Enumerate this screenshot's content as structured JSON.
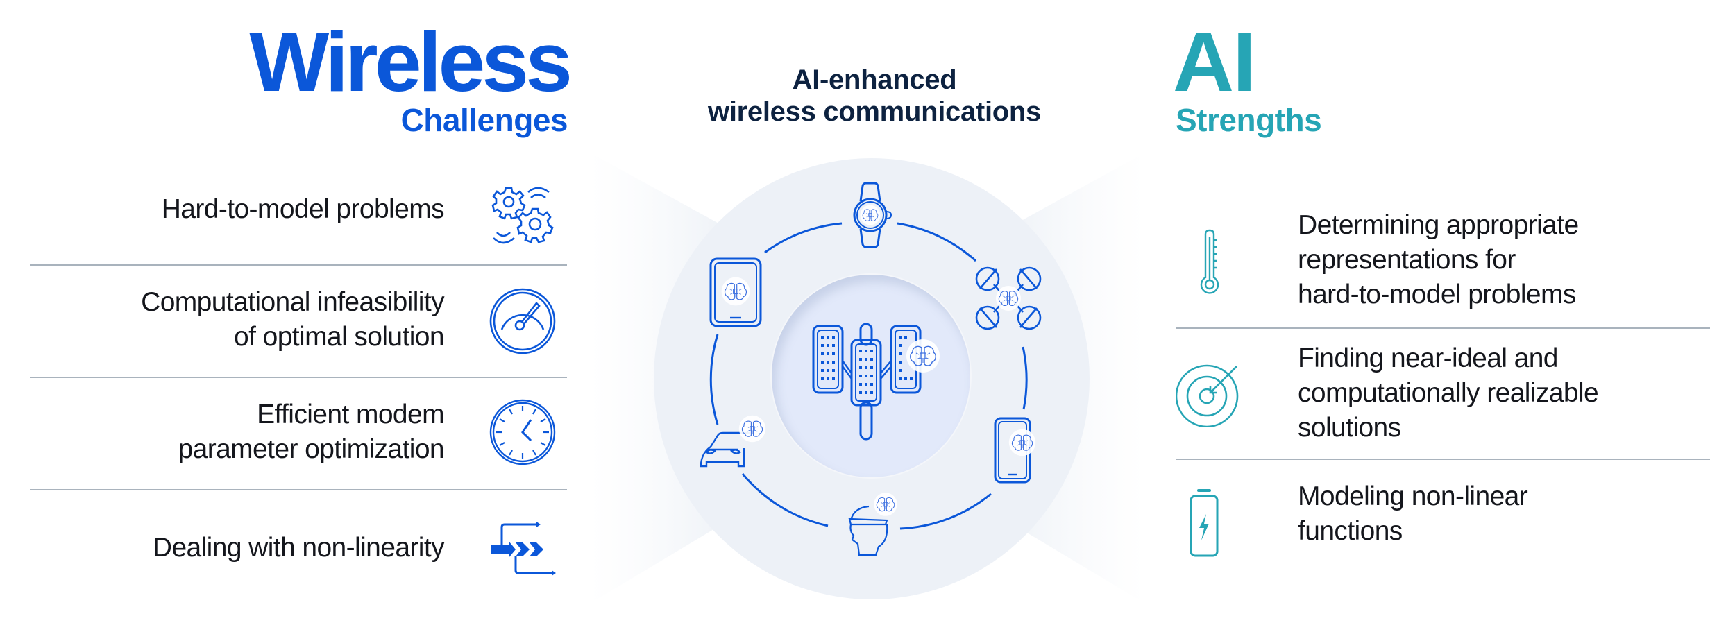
{
  "left_header": {
    "title": "Wireless",
    "subtitle": "Challenges",
    "color": "#0b57d9"
  },
  "center_header": {
    "line1": "AI-enhanced",
    "line2": "wireless communications",
    "color": "#0d2240"
  },
  "right_header": {
    "title": "AI",
    "subtitle": "Strengths",
    "color": "#26a5b5"
  },
  "challenges": [
    {
      "lines": [
        "Hard-to-model problems"
      ],
      "icon": "gears-wireless-icon"
    },
    {
      "lines": [
        "Computational infeasibility",
        "of optimal solution"
      ],
      "icon": "speedometer-icon"
    },
    {
      "lines": [
        "Efficient modem",
        "parameter optimization"
      ],
      "icon": "clock-icon"
    },
    {
      "lines": [
        "Dealing with non-linearity"
      ],
      "icon": "branching-arrows-icon"
    }
  ],
  "strengths": [
    {
      "lines": [
        "Determining appropriate",
        "representations for",
        "hard-to-model problems"
      ],
      "icon": "thermometer-icon"
    },
    {
      "lines": [
        "Finding near-ideal and",
        "computationally realizable",
        "solutions"
      ],
      "icon": "target-icon"
    },
    {
      "lines": [
        "Modeling non-linear",
        "functions"
      ],
      "icon": "battery-charging-icon"
    }
  ],
  "diagram": {
    "center": "satellite-icon",
    "devices": [
      "smartwatch-icon",
      "drone-icon",
      "smartphone-icon",
      "vr-headset-icon",
      "car-icon",
      "tablet-icon"
    ],
    "badge": "ai-brain-chip-icon",
    "colors": {
      "line": "#0b57d9",
      "outer": "#edf1f7",
      "inner": "#e2e9fa",
      "divider": "#a9b3bd"
    }
  }
}
